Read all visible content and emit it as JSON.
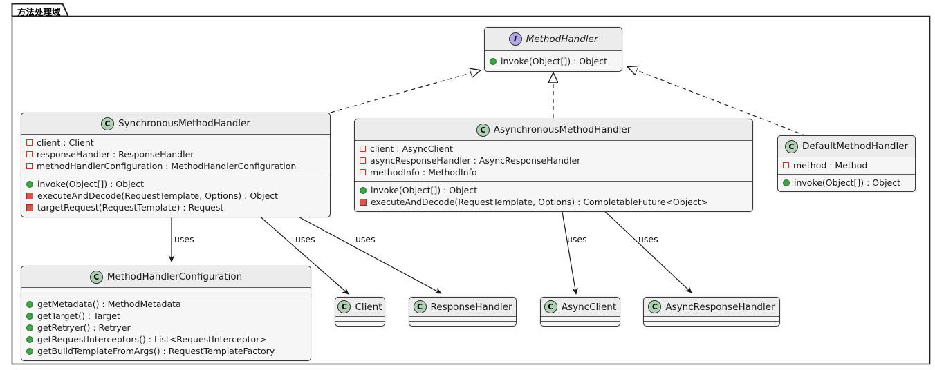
{
  "frame": {
    "title": "方法处理域"
  },
  "colors": {
    "class_icon": "#ADD1B2",
    "interface_icon": "#B4A7E5",
    "public_member": "#41A347",
    "private_member": "#D9534F",
    "private_field_outline": "#C0392B",
    "box_title_bg": "#ECECEC",
    "box_body_bg": "#F6F6F6",
    "box_border": "#3a3a3a"
  },
  "classes": [
    {
      "id": "methodhandler",
      "stereotype": "interface",
      "icon_letter": "I",
      "name": "MethodHandler",
      "fields": [],
      "methods": [
        {
          "visibility": "public",
          "text": "invoke(Object[]) : Object"
        }
      ]
    },
    {
      "id": "sync",
      "stereotype": "class",
      "icon_letter": "C",
      "name": "SynchronousMethodHandler",
      "fields": [
        {
          "visibility": "private",
          "text": "client : Client"
        },
        {
          "visibility": "private",
          "text": "responseHandler : ResponseHandler"
        },
        {
          "visibility": "private",
          "text": "methodHandlerConfiguration : MethodHandlerConfiguration"
        }
      ],
      "methods": [
        {
          "visibility": "public",
          "text": "invoke(Object[]) : Object"
        },
        {
          "visibility": "private",
          "text": "executeAndDecode(RequestTemplate, Options) : Object"
        },
        {
          "visibility": "private",
          "text": "targetRequest(RequestTemplate) : Request"
        }
      ]
    },
    {
      "id": "async",
      "stereotype": "class",
      "icon_letter": "C",
      "name": "AsynchronousMethodHandler",
      "fields": [
        {
          "visibility": "private",
          "text": "client : AsyncClient"
        },
        {
          "visibility": "private",
          "text": "asyncResponseHandler : AsyncResponseHandler"
        },
        {
          "visibility": "private",
          "text": "methodInfo : MethodInfo"
        }
      ],
      "methods": [
        {
          "visibility": "public",
          "text": "invoke(Object[]) : Object"
        },
        {
          "visibility": "private",
          "text": "executeAndDecode(RequestTemplate, Options) : CompletableFuture<Object>"
        }
      ]
    },
    {
      "id": "default",
      "stereotype": "class",
      "icon_letter": "C",
      "name": "DefaultMethodHandler",
      "fields": [
        {
          "visibility": "private",
          "text": "method : Method"
        }
      ],
      "methods": [
        {
          "visibility": "public",
          "text": "invoke(Object[]) : Object"
        }
      ]
    },
    {
      "id": "mhc",
      "stereotype": "class",
      "icon_letter": "C",
      "name": "MethodHandlerConfiguration",
      "fields": [],
      "methods": [
        {
          "visibility": "public",
          "text": "getMetadata() : MethodMetadata"
        },
        {
          "visibility": "public",
          "text": "getTarget() : Target"
        },
        {
          "visibility": "public",
          "text": "getRetryer() : Retryer"
        },
        {
          "visibility": "public",
          "text": "getRequestInterceptors() : List<RequestInterceptor>"
        },
        {
          "visibility": "public",
          "text": "getBuildTemplateFromArgs() : RequestTemplateFactory"
        }
      ]
    },
    {
      "id": "client",
      "stereotype": "class",
      "icon_letter": "C",
      "name": "Client",
      "fields": [],
      "methods": []
    },
    {
      "id": "responsehandler",
      "stereotype": "class",
      "icon_letter": "C",
      "name": "ResponseHandler",
      "fields": [],
      "methods": []
    },
    {
      "id": "asyncclient",
      "stereotype": "class",
      "icon_letter": "C",
      "name": "AsyncClient",
      "fields": [],
      "methods": []
    },
    {
      "id": "asyncresponsehandler",
      "stereotype": "class",
      "icon_letter": "C",
      "name": "AsyncResponseHandler",
      "fields": [],
      "methods": []
    }
  ],
  "edges": {
    "realizations": [
      {
        "from": "SynchronousMethodHandler",
        "to": "MethodHandler"
      },
      {
        "from": "AsynchronousMethodHandler",
        "to": "MethodHandler"
      },
      {
        "from": "DefaultMethodHandler",
        "to": "MethodHandler"
      }
    ],
    "uses": [
      {
        "from": "SynchronousMethodHandler",
        "to": "MethodHandlerConfiguration",
        "label": "uses"
      },
      {
        "from": "SynchronousMethodHandler",
        "to": "Client",
        "label": "uses"
      },
      {
        "from": "SynchronousMethodHandler",
        "to": "ResponseHandler",
        "label": "uses"
      },
      {
        "from": "AsynchronousMethodHandler",
        "to": "AsyncClient",
        "label": "uses"
      },
      {
        "from": "AsynchronousMethodHandler",
        "to": "AsyncResponseHandler",
        "label": "uses"
      }
    ]
  }
}
